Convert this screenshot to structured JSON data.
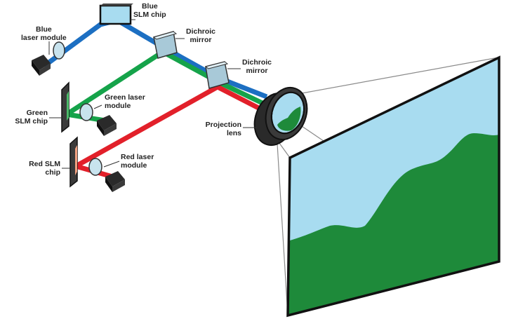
{
  "labels": {
    "blue_slm": [
      "Blue",
      "SLM chip"
    ],
    "blue_laser": [
      "Blue",
      "laser module"
    ],
    "dichroic_1": [
      "Dichroic",
      "mirror"
    ],
    "dichroic_2": [
      "Dichroic",
      "mirror"
    ],
    "green_laser": [
      "Green laser",
      "module"
    ],
    "green_slm": [
      "Green",
      "SLM chip"
    ],
    "projection_lens": [
      "Projection",
      "lens"
    ],
    "red_slm": [
      "Red SLM",
      "chip"
    ],
    "red_laser": [
      "Red laser",
      "module"
    ]
  },
  "colors": {
    "blue_beam": "#1c6fc2",
    "green_beam": "#15a34a",
    "red_beam": "#e2202a",
    "sky": "#a8dcf0",
    "hill": "#1e8a3a",
    "outline": "#111111"
  },
  "icons": [
    "laser-module-icon",
    "slm-chip-icon",
    "dichroic-mirror-icon",
    "collimating-lens-icon",
    "projection-lens-icon",
    "projection-screen-icon"
  ]
}
